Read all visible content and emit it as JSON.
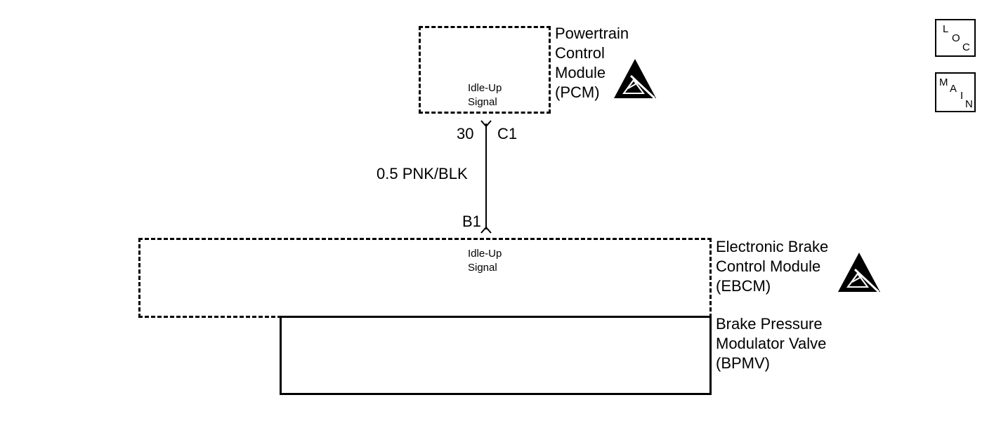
{
  "pcm": {
    "name": "Powertrain\nControl\nModule\n(PCM)",
    "terminal_label": "Idle-Up\nSignal"
  },
  "connector_top": {
    "pin": "30",
    "connector": "C1"
  },
  "wire": {
    "label": "0.5 PNK/BLK"
  },
  "connector_bottom": {
    "pin": "B1"
  },
  "ebcm": {
    "name": "Electronic Brake\nControl Module\n(EBCM)",
    "terminal_label": "Idle-Up\nSignal"
  },
  "bpmv": {
    "name": "Brake Pressure\nModulator Valve\n(BPMV)"
  },
  "nav": {
    "loc": {
      "l1": "L",
      "l2": "O",
      "l3": "C"
    },
    "main": {
      "l1": "M",
      "l2": "A",
      "l3": "I",
      "l4": "N"
    }
  },
  "icons": {
    "esd": "esd-warning-icon"
  }
}
